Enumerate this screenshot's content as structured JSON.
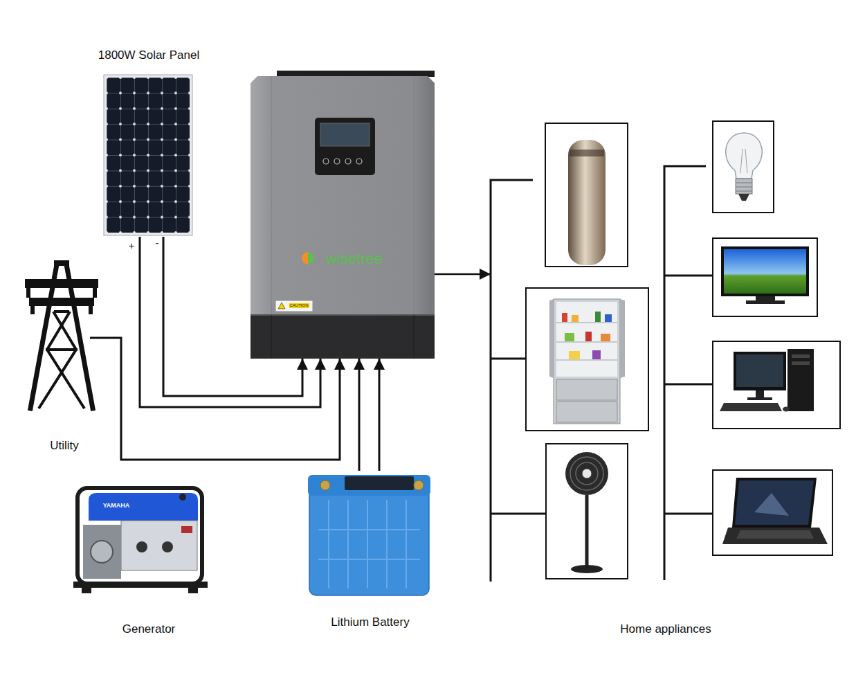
{
  "diagram": {
    "nodes": [
      {
        "text": [
          "1800W Solar Panel"
        ]
      },
      {
        "text": [
          "wisetree"
        ]
      },
      {
        "text": [
          "Utility"
        ]
      },
      {
        "text": [
          "Generator"
        ]
      },
      {
        "text": [
          "Lithium Battery"
        ]
      },
      {
        "text": [
          "Home appliances"
        ]
      }
    ],
    "edges": [
      {
        "from": 0,
        "to": 1,
        "arrow": "to"
      },
      {
        "from": 0,
        "to": 1,
        "arrow": "to"
      },
      {
        "from": 2,
        "to": 1,
        "arrow": "to"
      },
      {
        "from": 4,
        "to": 1,
        "arrow": "to"
      },
      {
        "from": 4,
        "to": 1,
        "arrow": "to"
      },
      {
        "from": 1,
        "to": 5,
        "arrow": "to"
      }
    ],
    "labels": [
      "+",
      "-",
      "CAUTION",
      "YAMAHA"
    ]
  }
}
